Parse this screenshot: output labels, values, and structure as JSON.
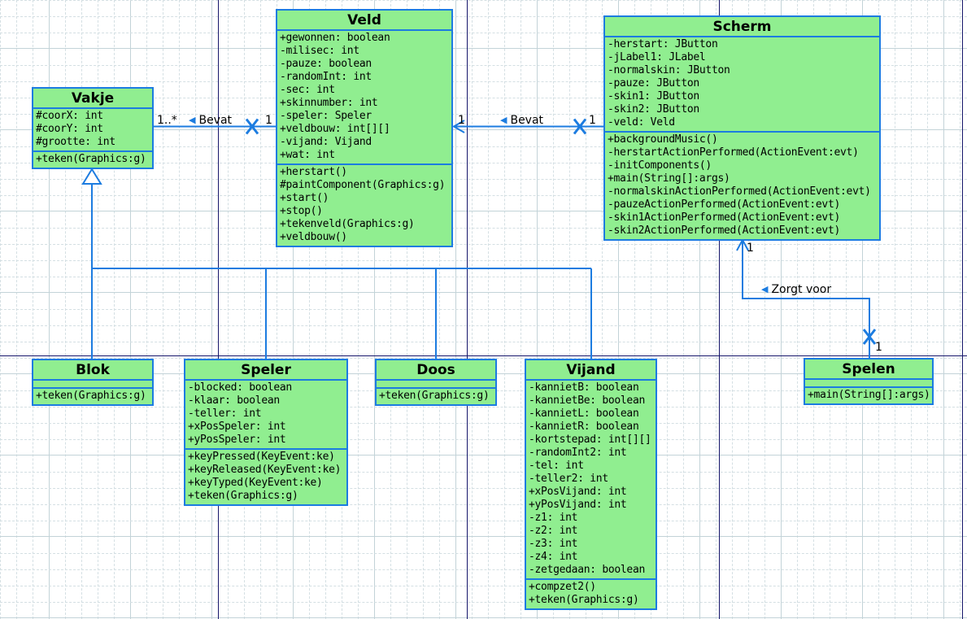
{
  "diagram_type": "uml-class-diagram",
  "classes": {
    "vakje": {
      "title": "Vakje",
      "attributes": [
        "#coorX: int",
        "#coorY: int",
        "#grootte: int"
      ],
      "methods": [
        "+teken(Graphics:g)"
      ]
    },
    "veld": {
      "title": "Veld",
      "attributes": [
        "+gewonnen: boolean",
        "-milisec: int",
        "-pauze: boolean",
        "-randomInt: int",
        "-sec: int",
        "+skinnumber: int",
        "-speler: Speler",
        "+veldbouw: int[][]",
        "-vijand: Vijand",
        "+wat: int"
      ],
      "methods": [
        "+herstart()",
        "#paintComponent(Graphics:g)",
        "+start()",
        "+stop()",
        "+tekenveld(Graphics:g)",
        "+veldbouw()"
      ]
    },
    "scherm": {
      "title": "Scherm",
      "attributes": [
        "-herstart: JButton",
        "-jLabel1: JLabel",
        "-normalskin: JButton",
        "-pauze: JButton",
        "-skin1: JButton",
        "-skin2: JButton",
        "-veld: Veld"
      ],
      "methods": [
        "+backgroundMusic()",
        "-herstartActionPerformed(ActionEvent:evt)",
        "-initComponents()",
        "+main(String[]:args)",
        "-normalskinActionPerformed(ActionEvent:evt)",
        "-pauzeActionPerformed(ActionEvent:evt)",
        "-skin1ActionPerformed(ActionEvent:evt)",
        "-skin2ActionPerformed(ActionEvent:evt)"
      ]
    },
    "blok": {
      "title": "Blok",
      "attributes": [],
      "methods": [
        "+teken(Graphics:g)"
      ]
    },
    "speler": {
      "title": "Speler",
      "attributes": [
        "-blocked: boolean",
        "-klaar: boolean",
        "-teller: int",
        "+xPosSpeler: int",
        "+yPosSpeler: int"
      ],
      "methods": [
        "+keyPressed(KeyEvent:ke)",
        "+keyReleased(KeyEvent:ke)",
        "+keyTyped(KeyEvent:ke)",
        "+teken(Graphics:g)"
      ]
    },
    "doos": {
      "title": "Doos",
      "attributes": [],
      "methods": [
        "+teken(Graphics:g)"
      ]
    },
    "vijand": {
      "title": "Vijand",
      "attributes": [
        "-kannietB: boolean",
        "-kannietBe: boolean",
        "-kannietL: boolean",
        "-kannietR: boolean",
        "-kortstepad: int[][]",
        "-randomInt2: int",
        "-tel: int",
        "-teller2: int",
        "+xPosVijand: int",
        "+yPosVijand: int",
        "-z1: int",
        "-z2: int",
        "-z3: int",
        "-z4: int",
        "-zetgedaan: boolean"
      ],
      "methods": [
        "+compzet2()",
        "+teken(Graphics:g)"
      ]
    },
    "spelen": {
      "title": "Spelen",
      "attributes": [],
      "methods": [
        "+main(String[]:args)"
      ]
    }
  },
  "relationships": {
    "vakje_veld": {
      "label": "Bevat",
      "multiplicity_vakje": "1..*",
      "multiplicity_veld": "1"
    },
    "veld_scherm": {
      "label": "Bevat",
      "multiplicity_veld": "1",
      "multiplicity_scherm": "1"
    },
    "scherm_spelen": {
      "label": "Zorgt voor",
      "multiplicity_scherm": "1",
      "multiplicity_spelen": "1"
    },
    "inheritance": {
      "parent": "Vakje",
      "children": [
        "Blok",
        "Speler",
        "Doos",
        "Vijand"
      ]
    }
  },
  "icons": {
    "direction_marker": "◀"
  },
  "colors": {
    "class_fill": "#90EE90",
    "class_border": "#1c7ce0",
    "relationship_line": "#1c7ce0",
    "page_boundary_line": "#16166b",
    "grid_dashed": "#d4dfe3",
    "grid_solid": "#c3d3d8",
    "text": "#000000"
  }
}
